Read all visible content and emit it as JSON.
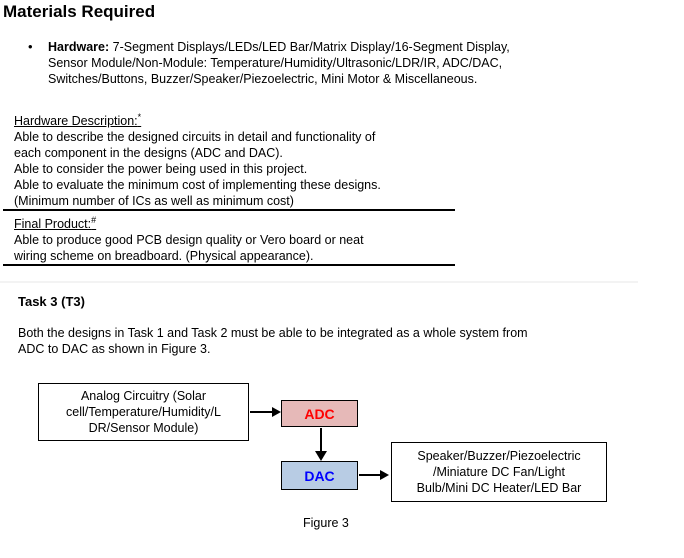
{
  "document": {
    "title": "Materials Required",
    "hardware_bullet": {
      "bullet_glyph": "•",
      "label": "Hardware:",
      "first_line_rest": " 7-Segment Displays/LEDs/LED Bar/Matrix Display/16-Segment Display,",
      "wrap_lines": [
        "Sensor Module/Non-Module: Temperature/Humidity/Ultrasonic/LDR/IR, ADC/DAC,",
        "Switches/Buttons, Buzzer/Speaker/Piezoelectric, Mini Motor & Miscellaneous."
      ]
    },
    "criteria_table": {
      "hardware_description": {
        "heading": "Hardware Description:",
        "footnote_marker": "*",
        "lines": [
          "Able to describe the designed circuits in detail and functionality of",
          "each component in the designs (ADC and DAC).",
          "Able to consider the power being used in this project.",
          "Able to evaluate the minimum cost of implementing these designs.",
          "(Minimum number of ICs as well as minimum cost)"
        ]
      },
      "final_product": {
        "heading": "Final Product:",
        "footnote_marker": "#",
        "lines": [
          "Able to produce good PCB design quality or Vero board or neat",
          "wiring scheme on breadboard. (Physical appearance)."
        ]
      }
    },
    "task_section": {
      "heading": "Task 3 (T3)",
      "paragraph_lines": [
        "Both the designs in Task 1 and Task 2 must be able to be integrated as a whole system from",
        "ADC to DAC as shown in Figure 3."
      ]
    },
    "figure3": {
      "caption": "Figure 3",
      "input_box_lines": [
        "Analog Circuitry (Solar",
        "cell/Temperature/Humidity/L",
        "DR/Sensor Module)"
      ],
      "adc": {
        "label": "ADC",
        "fill": "#E6B9B8",
        "text_color": "#FF0000"
      },
      "dac": {
        "label": "DAC",
        "fill": "#B8CCE4",
        "text_color": "#0000FF"
      },
      "output_box_lines": [
        "Speaker/Buzzer/Piezoelectric",
        "/Miniature DC Fan/Light",
        "Bulb/Mini DC Heater/LED Bar"
      ],
      "arrow_color": "#000000"
    }
  }
}
